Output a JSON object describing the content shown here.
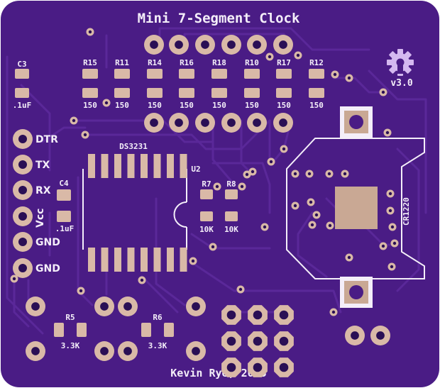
{
  "board": {
    "title": "Mini 7-Segment Clock",
    "version": "v3.0",
    "credit": "Kevin Rye, 2015",
    "colors": {
      "board": "#4a1c85",
      "copper_trace": "#5a2899",
      "silkscreen": "#f4eef9",
      "pad": "#d9b9a7",
      "pad_dark": "#2a0f55",
      "edge": "#3b136e"
    }
  },
  "header_pins": [
    "DTR",
    "TX",
    "RX",
    "Vcc",
    "GND",
    "GND"
  ],
  "resistors_top": [
    {
      "ref": "R15",
      "value": "150"
    },
    {
      "ref": "R11",
      "value": "150"
    },
    {
      "ref": "R14",
      "value": "150"
    },
    {
      "ref": "R16",
      "value": "150"
    },
    {
      "ref": "R18",
      "value": "150"
    },
    {
      "ref": "R10",
      "value": "150"
    },
    {
      "ref": "R17",
      "value": "150"
    },
    {
      "ref": "R12",
      "value": "150"
    }
  ],
  "capacitors": [
    {
      "ref": "C3",
      "value": ".1uF"
    },
    {
      "ref": "C4",
      "value": ".1uF"
    }
  ],
  "chip": {
    "part": "DS3231",
    "ref": "U2"
  },
  "pullups": [
    {
      "ref": "R7",
      "value": "10K"
    },
    {
      "ref": "R8",
      "value": "10K"
    }
  ],
  "bottom_resistors": [
    {
      "ref": "R5",
      "value": "3.3K"
    },
    {
      "ref": "R6",
      "value": "3.3K"
    }
  ],
  "battery": {
    "ref": "CR1220"
  },
  "icons": [
    "open-hardware-gear-icon"
  ]
}
